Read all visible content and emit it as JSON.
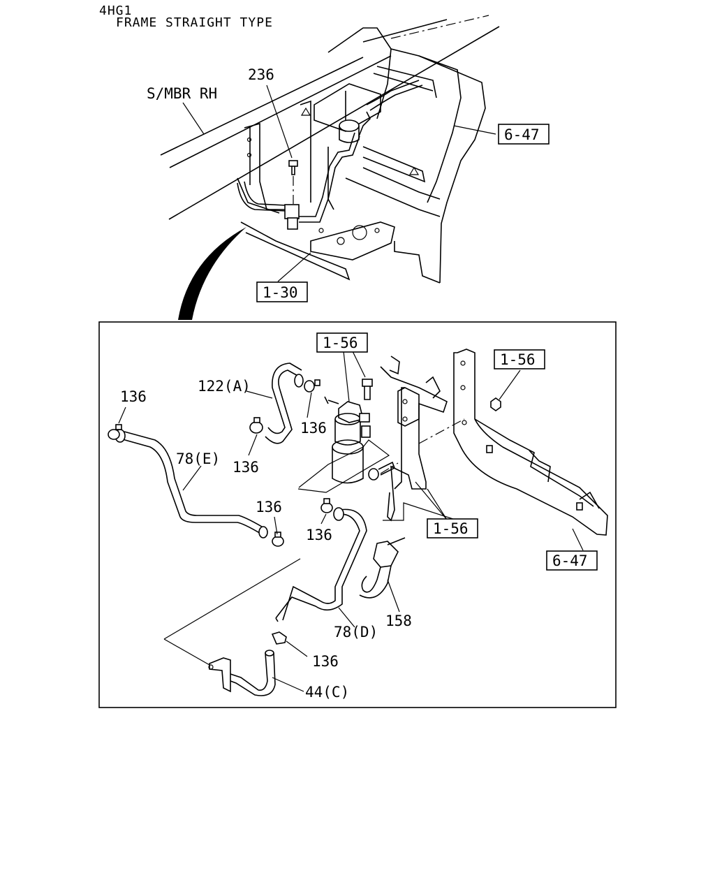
{
  "header": {
    "engine": "4HG1",
    "frame_type": "FRAME STRAIGHT TYPE"
  },
  "overview": {
    "frame_label": "S/MBR RH",
    "callouts": {
      "c236": "236",
      "ref_6_47": "6-47",
      "ref_1_30": "1-30"
    }
  },
  "detail": {
    "refs": {
      "r1_56_top": "1-56",
      "r1_56_right": "1-56",
      "r1_56_mid": "1-56",
      "r6_47": "6-47"
    },
    "callouts": {
      "c136_a": "136",
      "c122a": "122(A)",
      "c136_b": "136",
      "c136_c": "136",
      "c78e": "78(E)",
      "c136_d": "136",
      "c136_e": "136",
      "c158": "158",
      "c78d": "78(D)",
      "c136_f": "136",
      "c44c": "44(C)"
    }
  }
}
